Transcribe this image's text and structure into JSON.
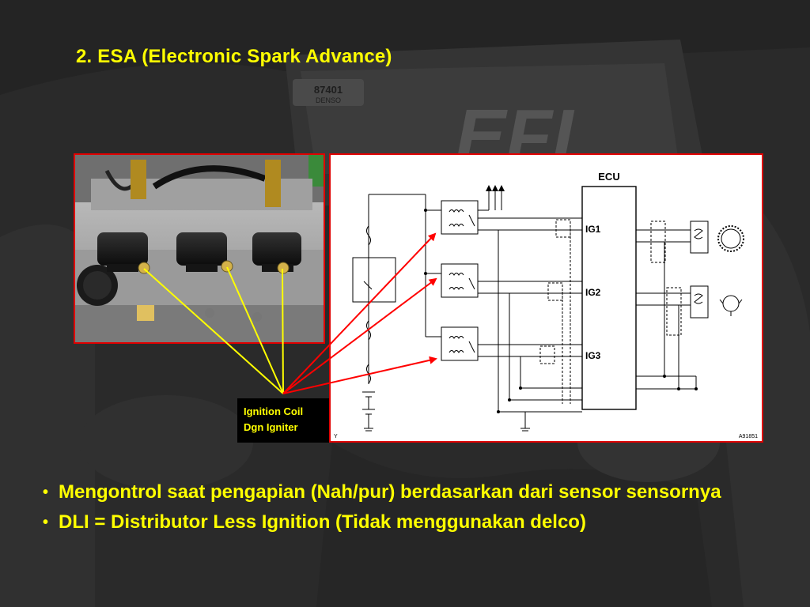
{
  "slide": {
    "title": "2. ESA (Electronic Spark Advance)"
  },
  "background": {
    "label_code": "87401",
    "label_brand": "DENSO",
    "logo_text": "EFI",
    "color": "#2b2b2b"
  },
  "diagram": {
    "ecu_label": "ECU",
    "terminals": [
      "IG1",
      "IG2",
      "IG3"
    ],
    "corner_left": "Y",
    "code": "A91851"
  },
  "callout": {
    "line1": "Ignition Coil",
    "line2": "Dgn Igniter"
  },
  "bullets": [
    "Mengontrol saat pengapian (Nah/pur) berdasarkan dari sensor sensornya",
    "DLI = Distributor Less Ignition (Tidak menggunakan delco)"
  ],
  "colors": {
    "text_accent": "#ffff00",
    "border": "#e00000",
    "arrow_red": "#ff0000",
    "arrow_yellow": "#ffff00"
  }
}
